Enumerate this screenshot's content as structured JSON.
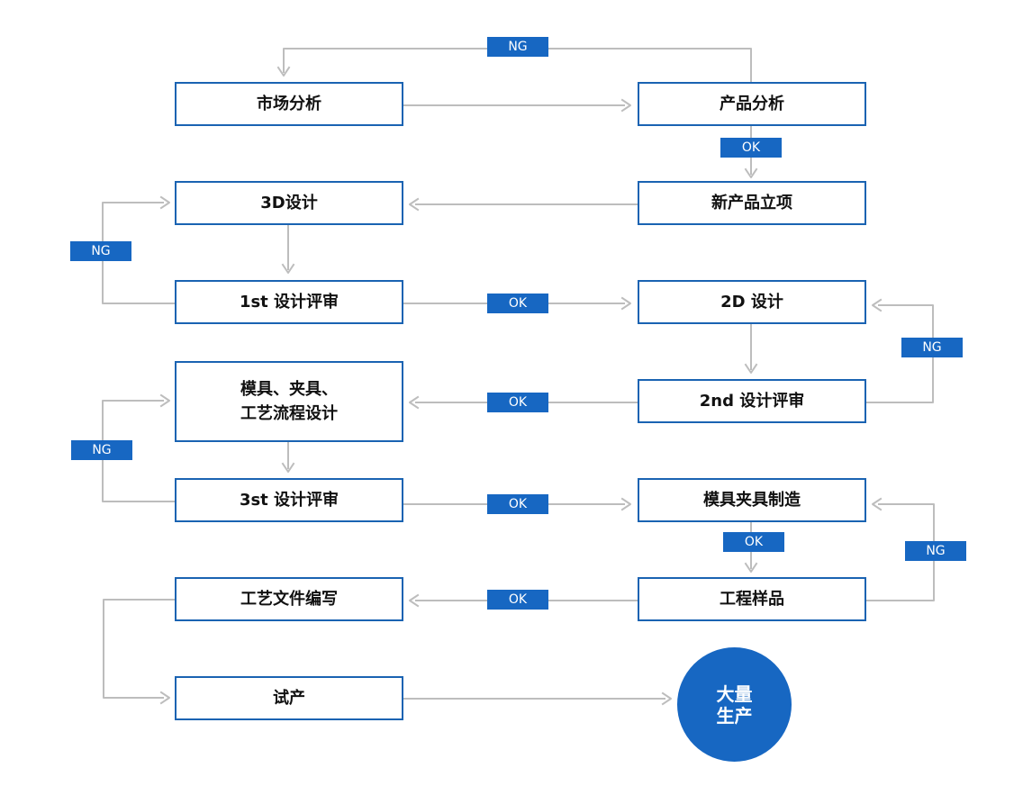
{
  "nodes": {
    "market_analysis": "市场分析",
    "product_analysis": "产品分析",
    "new_product_project": "新产品立项",
    "design_3d": "3D设计",
    "design_review_1st": "1st 设计评审",
    "design_2d": "2D 设计",
    "design_review_2nd": "2nd 设计评审",
    "mold_fixture_process_design": "模具、夹具、\n工艺流程设计",
    "design_review_3st": "3st 设计评审",
    "mold_fixture_manufacturing": "模具夹具制造",
    "engineering_sample": "工程样品",
    "process_document_writing": "工艺文件编写",
    "trial_production": "试产",
    "mass_production": "大量\n生产"
  },
  "tags": {
    "ng_top": "NG",
    "ok_product_to_project": "OK",
    "ng_left_1": "NG",
    "ok_review_1_to_2d": "OK",
    "ng_right_1": "NG",
    "ok_review_2_to_mold": "OK",
    "ng_left_2": "NG",
    "ok_review_3_to_manufacturing": "OK",
    "ok_manufacturing_to_sample": "OK",
    "ng_right_2": "NG",
    "ok_sample_to_documents": "OK"
  }
}
